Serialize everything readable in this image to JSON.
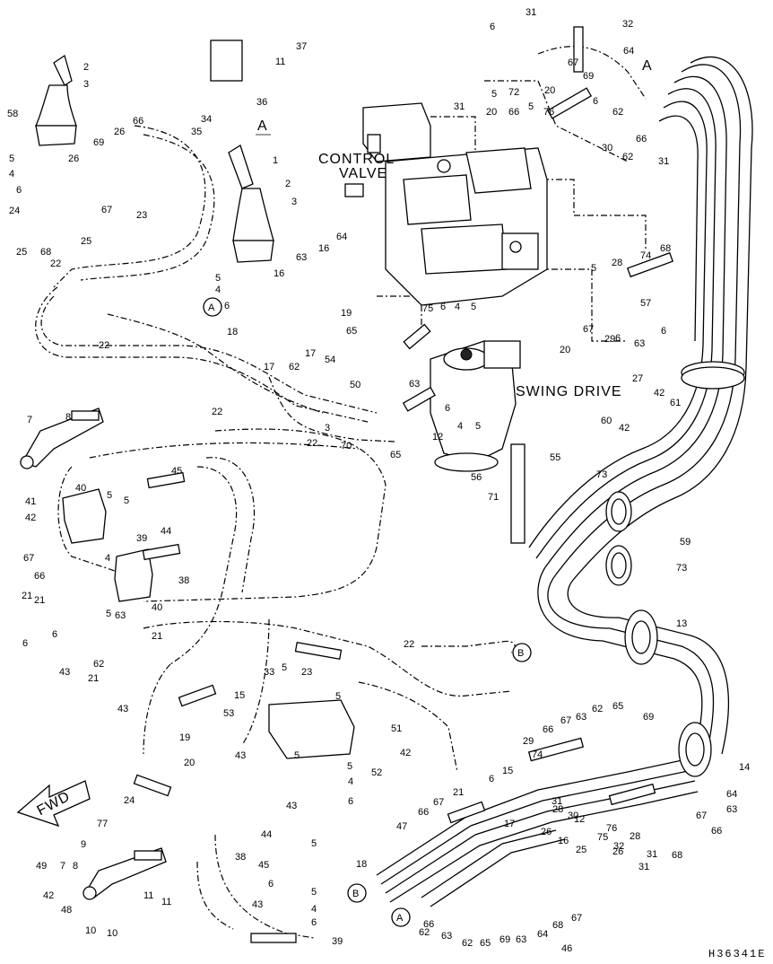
{
  "diagram": {
    "labels": {
      "control_valve_line1": "CONTROL",
      "control_valve_line2": "VALVE",
      "swing_drive": "SWING DRIVE",
      "forward": "FWD",
      "view_a": "A",
      "ref_a": "A",
      "ref_b": "B",
      "drawing_number": "H36341E"
    },
    "callouts": {
      "top_left": [
        "58",
        "2",
        "3",
        "5",
        "4",
        "6",
        "24",
        "25",
        "68",
        "26",
        "69",
        "66",
        "26",
        "23",
        "67",
        "25",
        "22",
        "22",
        "22"
      ],
      "top_middle": [
        "1",
        "2",
        "3",
        "5",
        "4",
        "6",
        "18",
        "16",
        "63",
        "16",
        "64",
        "19",
        "17",
        "62",
        "17",
        "65",
        "54",
        "50",
        "3",
        "70",
        "22"
      ],
      "top_right": [
        "31",
        "32",
        "64",
        "6",
        "37",
        "11",
        "36",
        "34",
        "35",
        "72",
        "67",
        "69",
        "5",
        "20",
        "31",
        "66",
        "5",
        "20",
        "76",
        "6",
        "62",
        "30",
        "66",
        "62",
        "31",
        "74",
        "28",
        "68",
        "67",
        "57",
        "6",
        "63",
        "29",
        "20",
        "6",
        "5",
        "27"
      ],
      "swing_drive_area": [
        "75",
        "6",
        "4",
        "5",
        "63",
        "12",
        "6",
        "4",
        "5",
        "65",
        "55",
        "56",
        "71",
        "60",
        "42",
        "42",
        "61",
        "73",
        "73",
        "59",
        "13"
      ],
      "left_middle": [
        "7",
        "8",
        "41",
        "40",
        "42",
        "67",
        "66",
        "21",
        "5",
        "21",
        "6",
        "43",
        "62",
        "21",
        "63",
        "21",
        "43",
        "5",
        "6",
        "45",
        "39",
        "44",
        "38",
        "40",
        "4",
        "5"
      ],
      "lower_middle": [
        "22",
        "23",
        "33",
        "5",
        "15",
        "53",
        "19",
        "5",
        "43",
        "51",
        "42",
        "52",
        "5",
        "20",
        "43",
        "24",
        "5",
        "4",
        "6",
        "44",
        "38",
        "45",
        "6",
        "43",
        "5",
        "47",
        "18",
        "5",
        "4",
        "6",
        "39"
      ],
      "lower_left": [
        "77",
        "9",
        "7",
        "8",
        "49",
        "42",
        "48",
        "11",
        "10",
        "11",
        "10"
      ],
      "lower_right": [
        "14",
        "29",
        "66",
        "67",
        "63",
        "62",
        "65",
        "69",
        "74",
        "6",
        "15",
        "31",
        "28",
        "30",
        "12",
        "76",
        "75",
        "32",
        "28",
        "31",
        "68",
        "31",
        "67",
        "66",
        "64",
        "63",
        "66",
        "67",
        "21",
        "17",
        "26",
        "16",
        "25",
        "26",
        "62",
        "63",
        "62",
        "65",
        "69",
        "63",
        "64",
        "68",
        "67",
        "66",
        "46"
      ]
    }
  }
}
